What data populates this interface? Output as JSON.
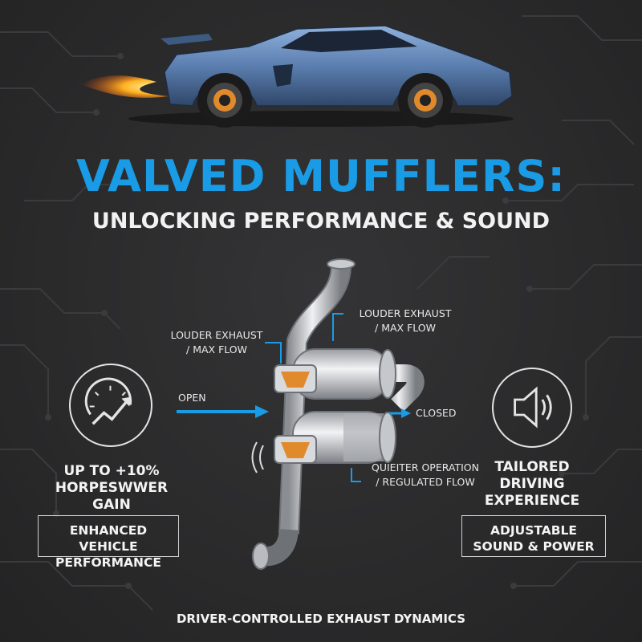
{
  "headline": {
    "title": "VALVED MUFFLERS:",
    "subtitle": "UNLOCKING PERFORMANCE & SOUND"
  },
  "diagram": {
    "top_left_label_1": "LOUDER EXHAUST",
    "top_left_label_2": "/ MAX FLOW",
    "top_right_label_1": "LOUDER EXHAUST",
    "top_right_label_2": "/ MAX FLOW",
    "open_label": "OPEN",
    "closed_label": "CLOSED",
    "bottom_label_1": "QUIEITER OPERATION",
    "bottom_label_2": "/ REGULATED FLOW"
  },
  "left_panel": {
    "icon": "speedometer-trend-icon",
    "stat_line_1": "UP TO +10%",
    "stat_line_2": "HORPESWWER",
    "stat_line_3": "GAIN",
    "box_line_1": "ENHANCED VEHICLE",
    "box_line_2": "PERFORMANCE"
  },
  "right_panel": {
    "icon": "speaker-icon",
    "stat_line_1": "TAILORED",
    "stat_line_2": "DRIVING",
    "stat_line_3": "EXPERIENCE",
    "box_line_1": "ADJUSTABLE",
    "box_line_2": "SOUND & POWER"
  },
  "footer": {
    "tagline": "DRIVER-CONTROLLED EXHAUST DYNAMICS"
  },
  "colors": {
    "accent": "#1a9be6",
    "background": "#2b2b2c",
    "text": "#f2f2f2",
    "valve": "#e08a2c",
    "car_body": "#5b7fb0"
  }
}
